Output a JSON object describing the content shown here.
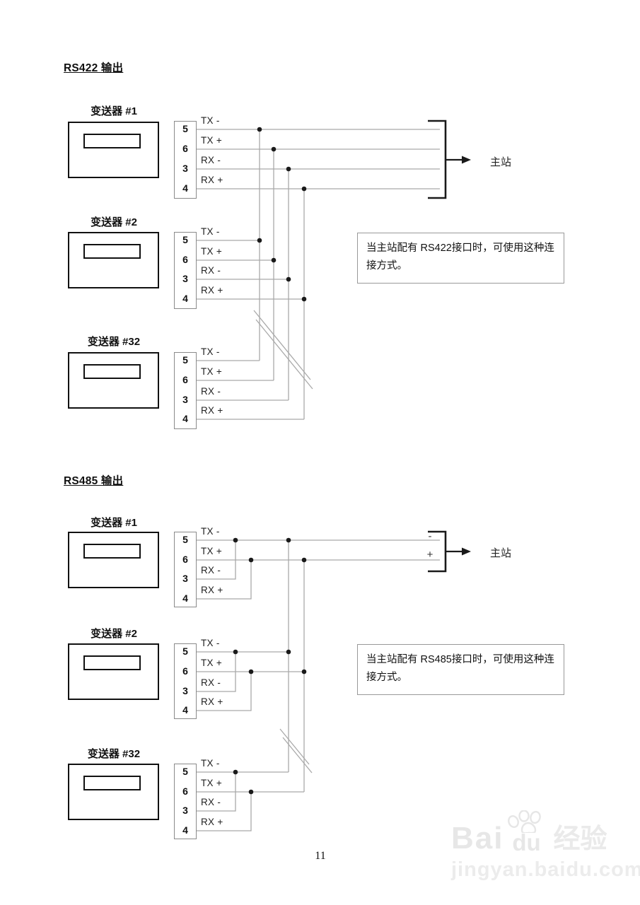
{
  "page": {
    "number": "11"
  },
  "colors": {
    "wire": "#a9a9a9",
    "ink": "#1a1a1a"
  },
  "sections": [
    {
      "title": "RS422 输出",
      "transmitters": [
        {
          "label": "变送器 #1"
        },
        {
          "label": "变送器 #2"
        },
        {
          "label": "变送器 #32"
        }
      ],
      "pins": [
        "5",
        "6",
        "3",
        "4"
      ],
      "signals": [
        "TX -",
        "TX +",
        "RX -",
        "RX +"
      ],
      "master": "主站",
      "note": "当主站配有 RS422接口时，可使用这种连接方式。"
    },
    {
      "title": "RS485 输出",
      "transmitters": [
        {
          "label": "变送器 #1"
        },
        {
          "label": "变送器 #2"
        },
        {
          "label": "变送器 #32"
        }
      ],
      "pins": [
        "5",
        "6",
        "3",
        "4"
      ],
      "signals": [
        "TX -",
        "TX +",
        "RX -",
        "RX +"
      ],
      "master": "主站",
      "polarity": {
        "minus": "-",
        "plus": "+"
      },
      "note": "当主站配有 RS485接口时，可使用这种连接方式。"
    }
  ],
  "watermark": {
    "brand_first": "Bai",
    "brand_second": "du",
    "suffix": "经验",
    "url": "jingyan.baidu.com"
  }
}
